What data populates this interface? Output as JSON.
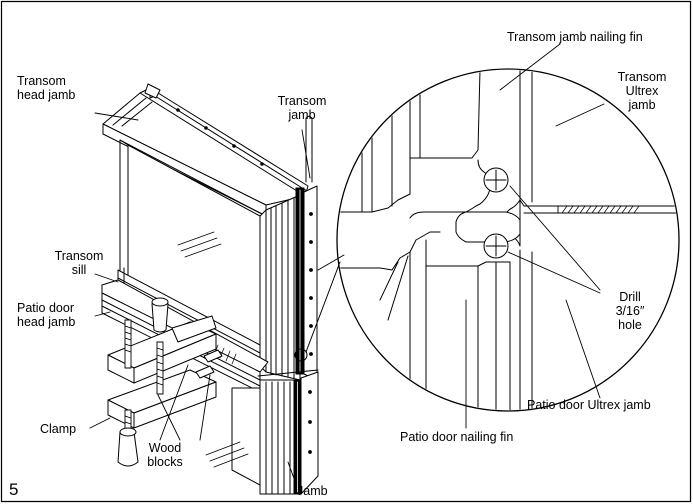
{
  "figure_number": "5",
  "labels": {
    "transom_head_jamb": "Transom\nhead jamb",
    "transom_jamb": "Transom\njamb",
    "transom_jamb_nailing_fin": "Transom jamb nailing fin",
    "transom_ultrex_jamb": "Transom\nUltrex\njamb",
    "transom_sill": "Transom\nsill",
    "patio_door_head_jamb": "Patio door\nhead jamb",
    "drill_hole": "Drill\n3/16″\nhole",
    "clamp": "Clamp",
    "wood_blocks": "Wood\nblocks",
    "patio_door_ultrex_jamb": "Patio door Ultrex jamb",
    "patio_door_nailing_fin": "Patio door nailing fin",
    "jamb": "Jamb"
  },
  "colors": {
    "line": "#000000",
    "background": "#ffffff",
    "frame": "#000000"
  }
}
